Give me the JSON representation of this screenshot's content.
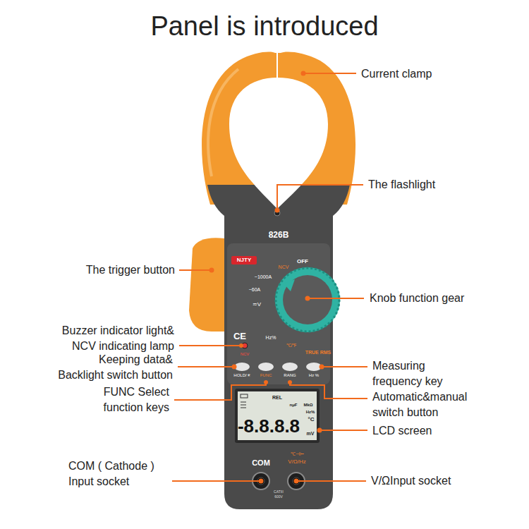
{
  "diagram": {
    "title": "Panel is introduced",
    "labels": [
      "Current clamp",
      "The flashlight",
      "The trigger button",
      "Knob function gear",
      "Buzzer indicator light& NCV indicating lamp",
      "Keeping data& Backlight switch button",
      "Measuring frequency key",
      "FUNC Select function keys",
      "Automatic&manual switch button",
      "LCD screen",
      "COM ( Cathode ) Input socket",
      "V/ΩInput socket",
      "826B",
      "NJTY",
      "NCV",
      "OFF",
      "~1000A",
      "~60A",
      "≂V",
      "Hz%",
      "℃/℉",
      "CE",
      "NCV",
      "TRUE RMS",
      "HOLD/☀",
      "FUNC",
      "RANG",
      "Hz %",
      "REL",
      "nμF",
      "MkΩ",
      "Hz%",
      "°C",
      "-8.8.8.8",
      "mV",
      "COM",
      "℃⊣⊢",
      "V/Ω/Hz",
      "CATIII",
      "600V"
    ]
  }
}
